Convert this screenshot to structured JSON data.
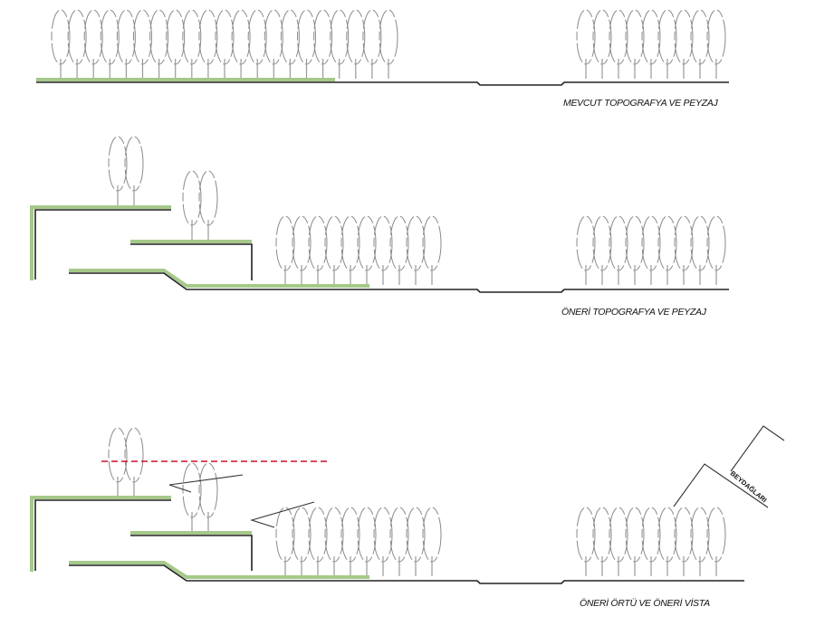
{
  "sections": [
    {
      "id": "existing",
      "caption": "MEVCUT TOPOGRAFYA  VE PEYZAJ"
    },
    {
      "id": "proposed-topography",
      "caption": "ÖNERİ TOPOGRAFYA  VE PEYZAJ"
    },
    {
      "id": "proposed-cover-vista",
      "caption": "ÖNERİ ÖRTÜ VE  ÖNERİ VİSTA",
      "mountain_label": "BEYDAĞLARI"
    }
  ],
  "colors": {
    "landscape_green": "#a6c98a",
    "ground_line": "#222222",
    "tree_outline": "#8a8a8a",
    "sight_line_red": "#c8102e"
  },
  "icons": {
    "tree": "tree-elevation-icon"
  }
}
